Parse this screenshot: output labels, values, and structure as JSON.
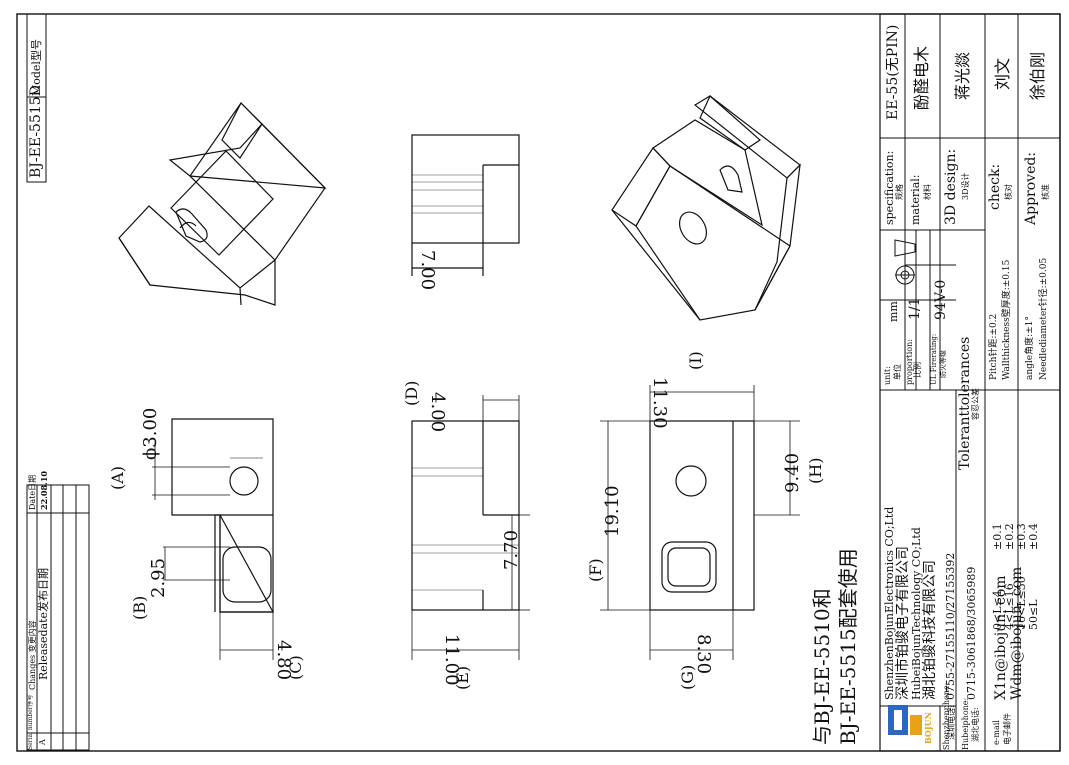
{
  "model": {
    "label": "Model型号",
    "value": "BJ-EE-5515D"
  },
  "changes": {
    "col_serial": "Serial number序号",
    "col_changes": "Changes 变更内容",
    "col_date": "Date日期",
    "row_serial": "A",
    "row_change": "Releasedate发布日期",
    "row_date": "22.08.10"
  },
  "views": {
    "A": "(A)",
    "B": "(B)",
    "C": "(C)",
    "D": "(D)",
    "E": "(E)",
    "F": "(F)",
    "G": "(G)",
    "H": "(H)",
    "I": "(I)"
  },
  "dimensions": {
    "d_phi300": "ϕ3.00",
    "d_295": "2.95",
    "d_480": "4.80",
    "d_400": "4.00",
    "d_770": "7.70",
    "d_1100": "11.00",
    "d_700": "7.00",
    "d_1130": "11.30",
    "d_940": "9.40",
    "d_1910": "19.10",
    "d_830": "8.30"
  },
  "note": {
    "line1": "与BJ-EE-5510和",
    "line2": "BJ-EE-5515配套使用"
  },
  "title_block": {
    "company1_en": "ShenzhenBojunElectronics CO;Ltd",
    "company1_cn": "深圳市铂骏电子有限公司",
    "company2_en": "HubeiBojunTechnology CO;Ltd",
    "company2_cn": "湖北铂骏科技有限公司",
    "logo_text": "BOJUN",
    "sz_phone_label": "Shenzhenphone:",
    "sz_phone_label_cn": "深圳电话:",
    "sz_phone": "0755-27155110/27155392",
    "hb_phone_label": "Hubeiphone:",
    "hb_phone_label_cn": "湖北电话:",
    "hb_phone": "0715-3061868/3065989",
    "email_label": "e-mail",
    "email_label_cn": "电子邮件",
    "email1": "X1n@ibojun. com",
    "email2": "Wdm@ibojun. com",
    "tol_title": "Toleranttolerances",
    "tol_title_cn": "容忍公差",
    "tol_rows": [
      {
        "range": "0<L≤4",
        "tol": "±0.1"
      },
      {
        "range": "4<L≤16",
        "tol": "±0.2"
      },
      {
        "range": "16<L≤50",
        "tol": "±0.3"
      },
      {
        "range": "50≤L",
        "tol": "±0.4"
      }
    ],
    "pitch": "Pitch针距:±0.2",
    "wall": "Wallthickness壁厚度:±0.15",
    "angle": "angle角度:±1°",
    "needle": "Needlediameter针径:±0.05",
    "unit_label": "unit:",
    "unit_label_cn": "单位",
    "unit_value": "mm",
    "prop_label": "proportion:",
    "prop_label_cn": "比例",
    "prop_value": "1/1",
    "ul_label": "UL Firerating:",
    "ul_label_cn": "防火等级",
    "ul_value": "94V-0",
    "spec_label": "specification:",
    "spec_label_cn": "规格",
    "spec_value": "EE-55(无PIN)",
    "mat_label": "material:",
    "mat_label_cn": "材料",
    "mat_value": "酚醛电木",
    "design_label": "3D design:",
    "design_label_cn": "3D设计",
    "design_value": "蒋光燚",
    "check_label": "check:",
    "check_label_cn": "核对",
    "check_value": "刘文",
    "approved_label": "Approved:",
    "approved_label_cn": "核准",
    "approved_value": "徐伯刚"
  }
}
